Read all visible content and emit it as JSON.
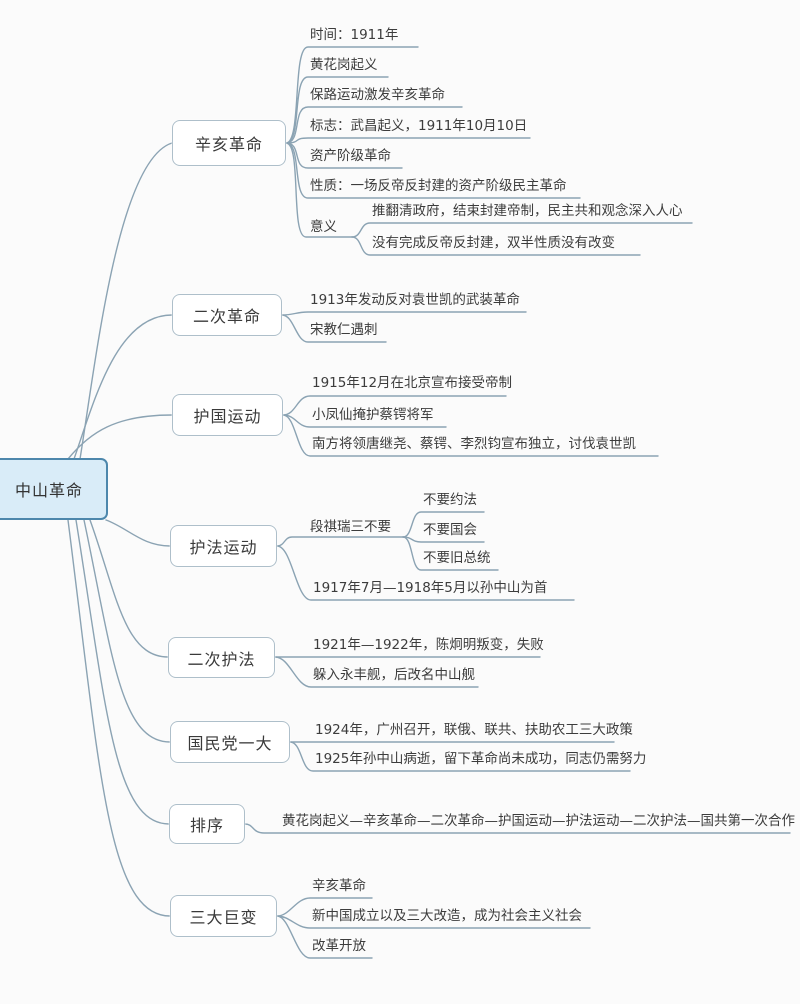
{
  "colors": {
    "background": "#fbfbfb",
    "root_fill": "#d9ecf8",
    "root_border": "#4d87ac",
    "topic_border": "#aebfca",
    "connector_line": "#8ba3b3",
    "text": "#3c3c3c"
  },
  "root": {
    "label": "中山革命"
  },
  "branches": [
    {
      "label": "辛亥革命",
      "leaves": [
        "时间：1911年",
        "黄花岗起义",
        "保路运动激发辛亥革命",
        "标志：武昌起义，1911年10月10日",
        "资产阶级革命",
        "性质：一场反帝反封建的资产阶级民主革命"
      ],
      "group": {
        "label": "意义",
        "children": [
          "推翻清政府，结束封建帝制，民主共和观念深入人心",
          "没有完成反帝反封建，双半性质没有改变"
        ]
      }
    },
    {
      "label": "二次革命",
      "leaves": [
        "1913年发动反对袁世凯的武装革命",
        "宋教仁遇刺"
      ]
    },
    {
      "label": "护国运动",
      "leaves": [
        "1915年12月在北京宣布接受帝制",
        "小凤仙掩护蔡锷将军",
        "南方将领唐继尧、蔡锷、李烈钧宣布独立，讨伐袁世凯"
      ]
    },
    {
      "label": "护法运动",
      "group": {
        "label": "段祺瑞三不要",
        "children": [
          "不要约法",
          "不要国会",
          "不要旧总统"
        ]
      },
      "leaves": [
        "1917年7月—1918年5月以孙中山为首"
      ]
    },
    {
      "label": "二次护法",
      "leaves": [
        "1921年—1922年，陈炯明叛变，失败",
        "躲入永丰舰，后改名中山舰"
      ]
    },
    {
      "label": "国民党一大",
      "leaves": [
        "1924年，广州召开，联俄、联共、扶助农工三大政策",
        "1925年孙中山病逝，留下革命尚未成功，同志仍需努力"
      ]
    },
    {
      "label": "排序",
      "leaves": [
        "黄花岗起义—辛亥革命—二次革命—护国运动—护法运动—二次护法—国共第一次合作"
      ]
    },
    {
      "label": "三大巨变",
      "leaves": [
        "辛亥革命",
        "新中国成立以及三大改造，成为社会主义社会",
        "改革开放"
      ]
    }
  ]
}
